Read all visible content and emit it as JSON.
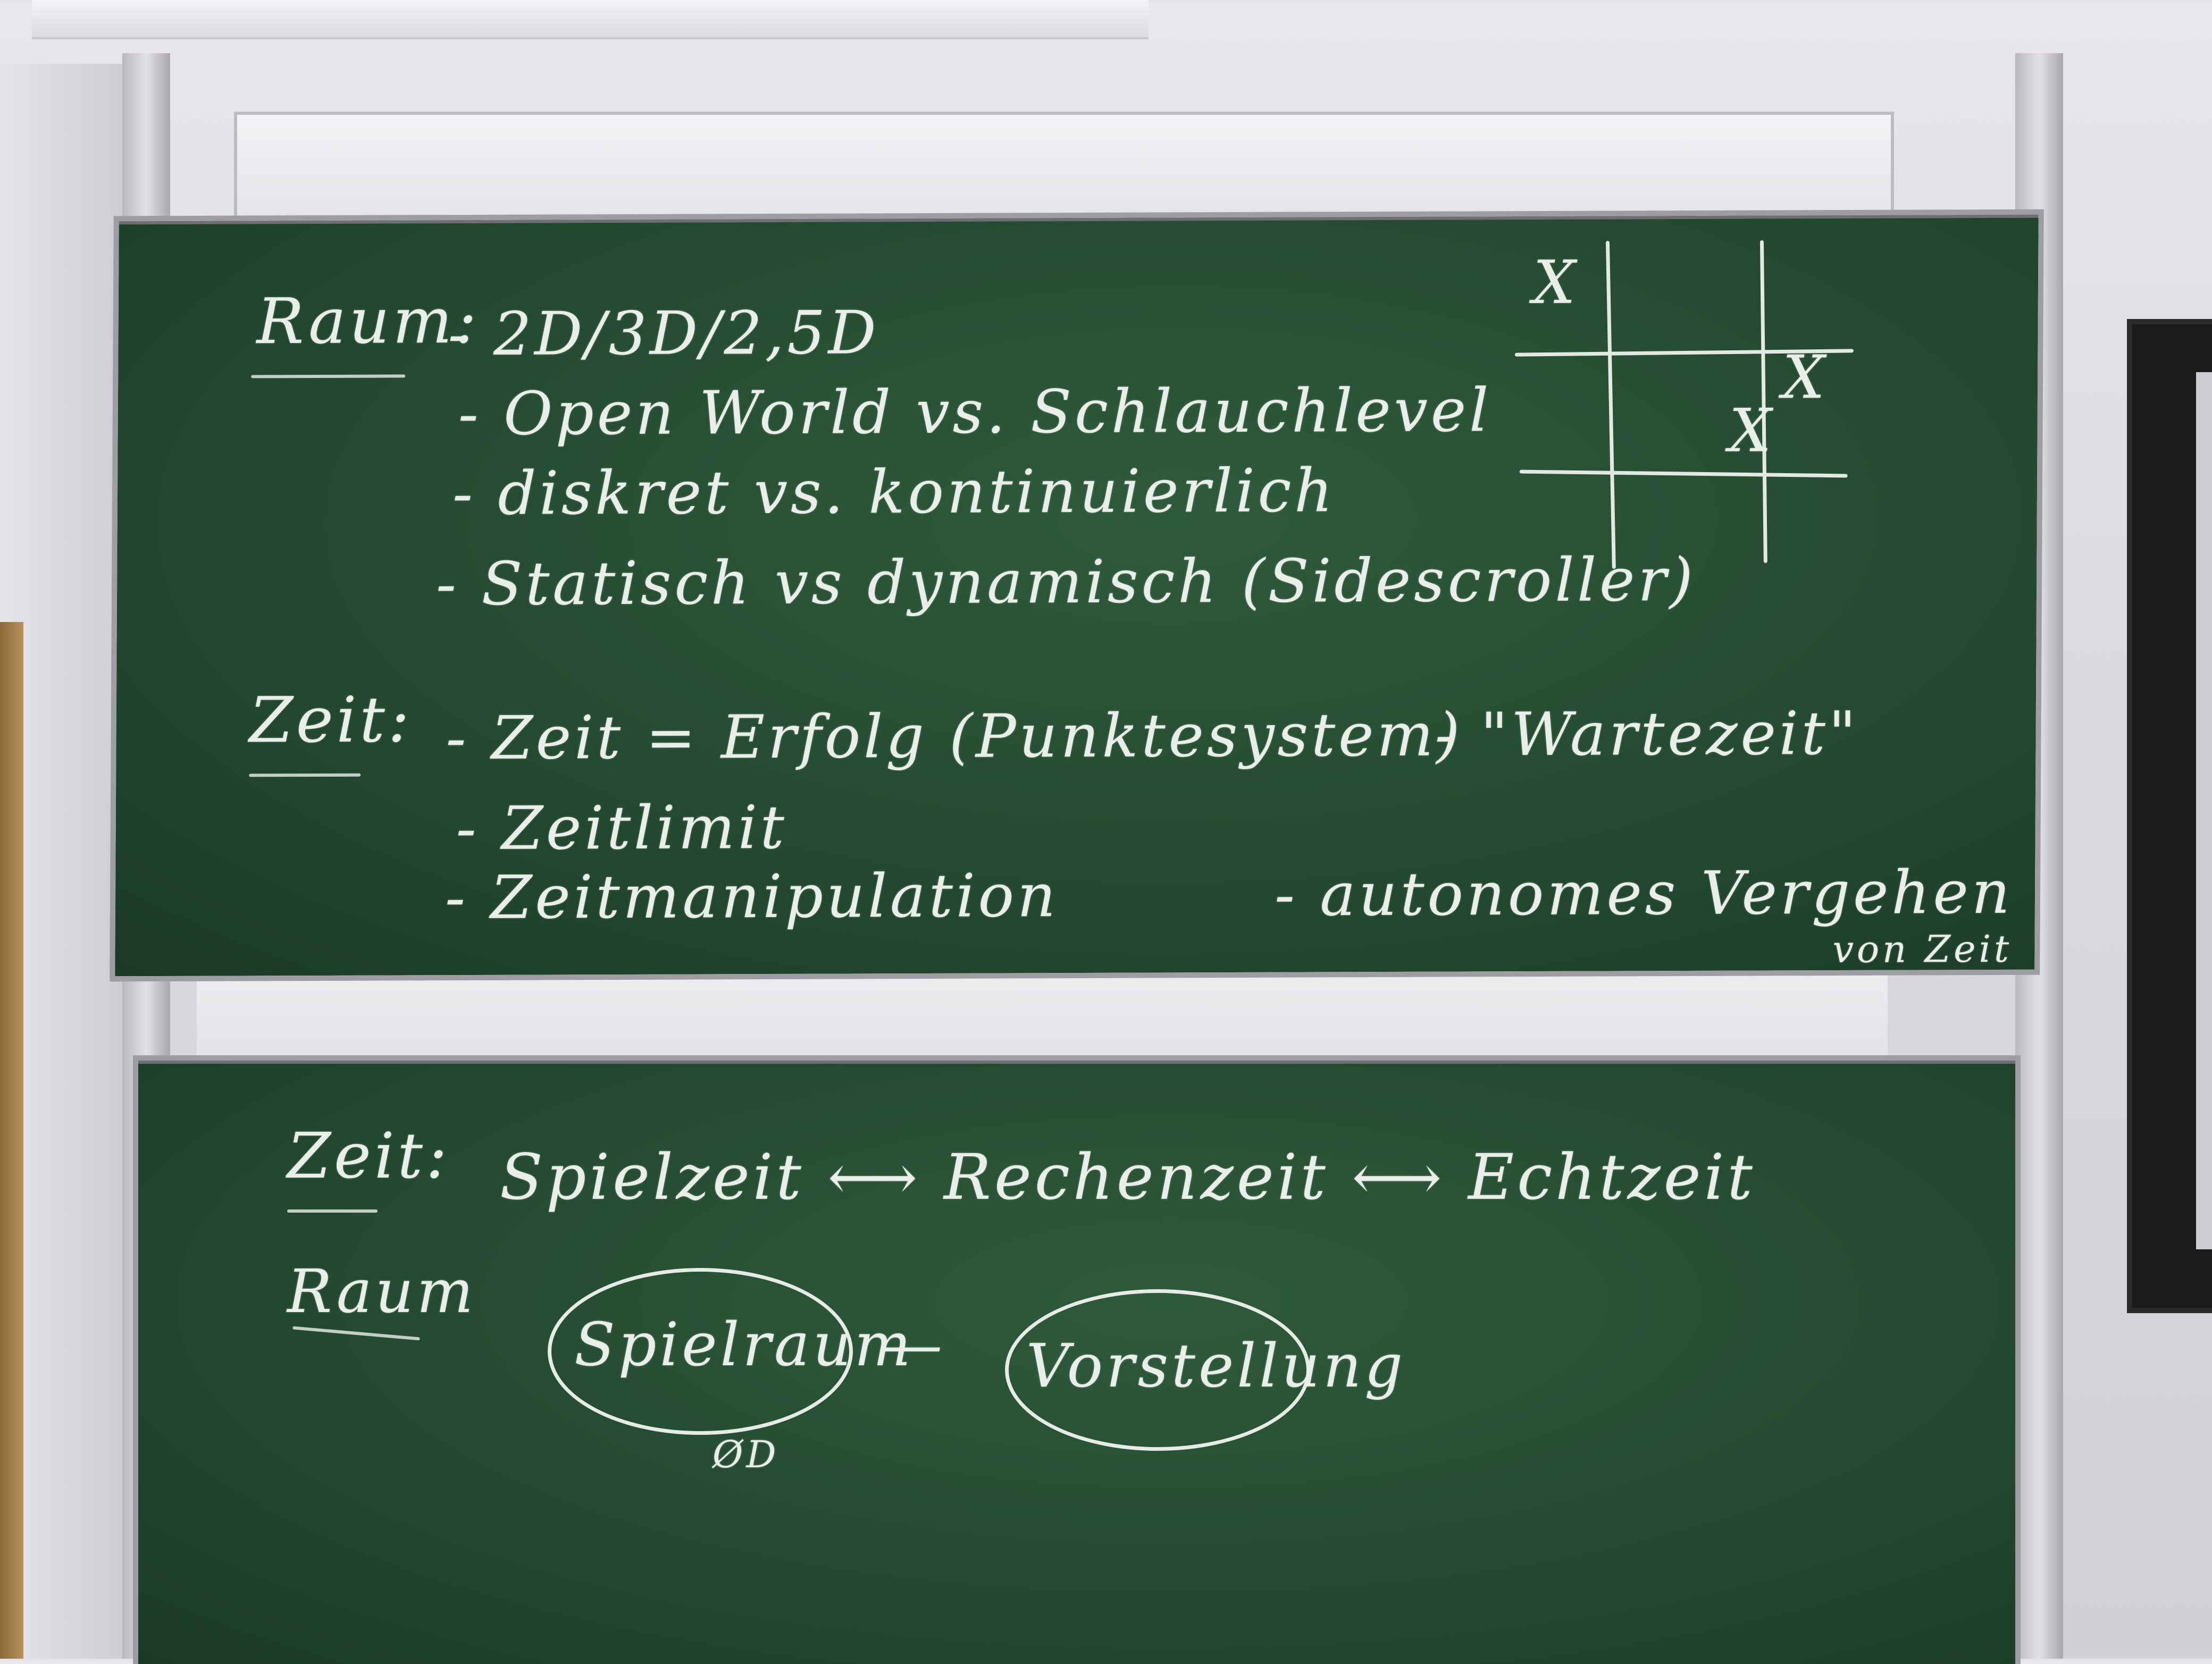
{
  "board_top": {
    "raum_label": "Raum:",
    "raum_items": [
      "- 2D/3D/2,5D",
      "- Open World vs. Schlauchlevel",
      "- diskret vs. kontinuierlich",
      "- Statisch vs dynamisch (Sidescroller)"
    ],
    "zeit_label": "Zeit:",
    "zeit_items": [
      "- Zeit = Erfolg (Punktesystem)",
      "- Zeitlimit",
      "- Zeitmanipulation"
    ],
    "wartezeit": "- \"Wartezeit\"",
    "autonomes": "- autonomes Vergehen",
    "von_zeit": "von Zeit",
    "ttt_marks": [
      "X",
      "X",
      "X"
    ]
  },
  "board_bottom": {
    "zeit_label": "Zeit:",
    "zeit_line": "Spielzeit ⟷ Rechenzeit ⟷ Echtzeit",
    "raum_label": "Raum",
    "oval_left": "Spielraum",
    "connector": "—",
    "oval_right": "Vorstellung",
    "zero_d": "ØD"
  },
  "colors": {
    "board": "#244a31",
    "chalk": "#e9efe8",
    "frame": "#9e9ea2"
  }
}
